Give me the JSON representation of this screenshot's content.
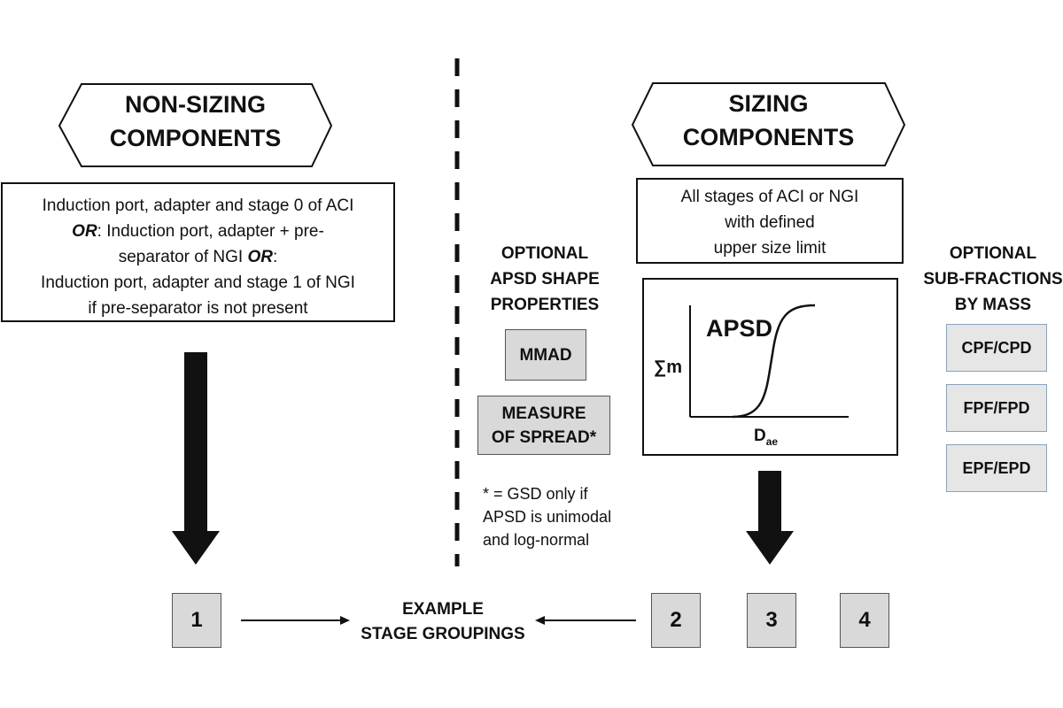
{
  "non_sizing": {
    "title_line1": "NON-SIZING",
    "title_line2": "COMPONENTS",
    "desc_line1": "Induction port, adapter and stage 0 of ACI",
    "desc_or1": "OR",
    "desc_line2_rest": ": Induction port, adapter + pre-",
    "desc_line3_text": "separator of NGI ",
    "desc_or2": "OR",
    "desc_line3_colon": ":",
    "desc_line4": "Induction port, adapter and stage 1 of NGI",
    "desc_line5": "if pre-separator is not present"
  },
  "sizing": {
    "title_line1": "SIZING",
    "title_line2": "COMPONENTS",
    "desc_line1": "All stages of ACI or NGI",
    "desc_line2": "with defined",
    "desc_line3": "upper size limit"
  },
  "apsd_plot": {
    "label": "APSD",
    "y_label": "∑m",
    "x_label_main": "D",
    "x_label_sub": "ae"
  },
  "shape_properties": {
    "heading_line1": "OPTIONAL",
    "heading_line2": "APSD SHAPE",
    "heading_line3": "PROPERTIES",
    "items": [
      "MMAD",
      "MEASURE",
      "OF SPREAD*"
    ],
    "note_line1": "* = GSD only if",
    "note_line2": "APSD is unimodal",
    "note_line3": "and log-normal"
  },
  "sub_fractions": {
    "heading_line1": "OPTIONAL",
    "heading_line2": "SUB-FRACTIONS",
    "heading_line3": "BY MASS",
    "items": [
      "CPF/CPD",
      "FPF/FPD",
      "EPF/EPD"
    ]
  },
  "groupings": {
    "label_line1": "EXAMPLE",
    "label_line2": "STAGE GROUPINGS",
    "numbers": [
      "1",
      "2",
      "3",
      "4"
    ]
  }
}
